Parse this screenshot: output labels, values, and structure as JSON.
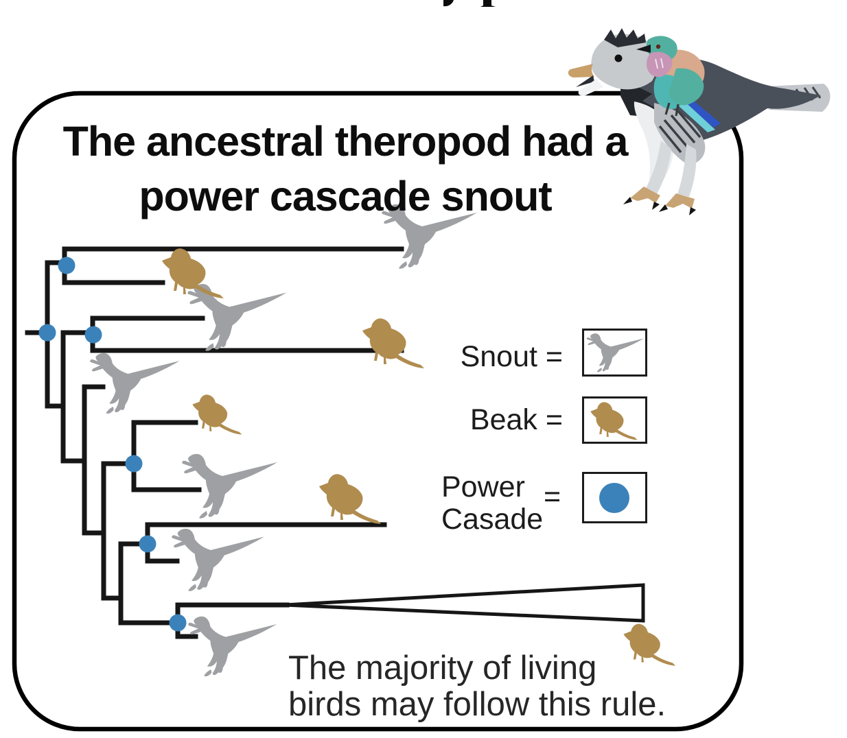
{
  "figure": {
    "title_line1": "The ancestral theropod had a",
    "title_line2": "power cascade snout",
    "caption_line1": "The majority of living",
    "caption_line2": "birds may follow this rule."
  },
  "legend": {
    "snout_label": "Snout =",
    "beak_label": "Beak =",
    "power_label_line1": "Power",
    "power_label_line2": "Casade",
    "power_equals": "="
  },
  "colors": {
    "snout_gray": "#9ea0a3",
    "beak_brown": "#b08c4f",
    "node_blue": "#3b82ba",
    "line_black": "#161616"
  },
  "tree": {
    "type": "cladogram",
    "orientation": "left-to-right",
    "tips_top_to_bottom": [
      {
        "tip": 1,
        "symbol": "snout"
      },
      {
        "tip": 2,
        "symbol": "beak"
      },
      {
        "tip": 3,
        "symbol": "snout"
      },
      {
        "tip": 4,
        "symbol": "beak"
      },
      {
        "tip": 5,
        "symbol": "snout"
      },
      {
        "tip": 6,
        "symbol": "beak"
      },
      {
        "tip": 7,
        "symbol": "snout"
      },
      {
        "tip": 8,
        "symbol": "beak"
      },
      {
        "tip": 9,
        "symbol": "snout"
      },
      {
        "tip": 10,
        "symbol": "collapsed-clade",
        "tip_symbol": "beak"
      },
      {
        "tip": 11,
        "symbol": "snout"
      }
    ],
    "power_cascade_marked_nodes": [
      "root",
      "clade-1-2",
      "clade-3-4",
      "clade-6-7",
      "clade-8-9",
      "clade-10-11"
    ],
    "power_cascade_node_count": 6
  },
  "icons": {
    "snout_icon": "gray theropod silhouette",
    "beak_icon": "brown perched bird silhouette",
    "power_cascade_icon": "blue filled circle",
    "top_right_illustration": "feathered theropod with small colorful roller bird perched on its back"
  }
}
